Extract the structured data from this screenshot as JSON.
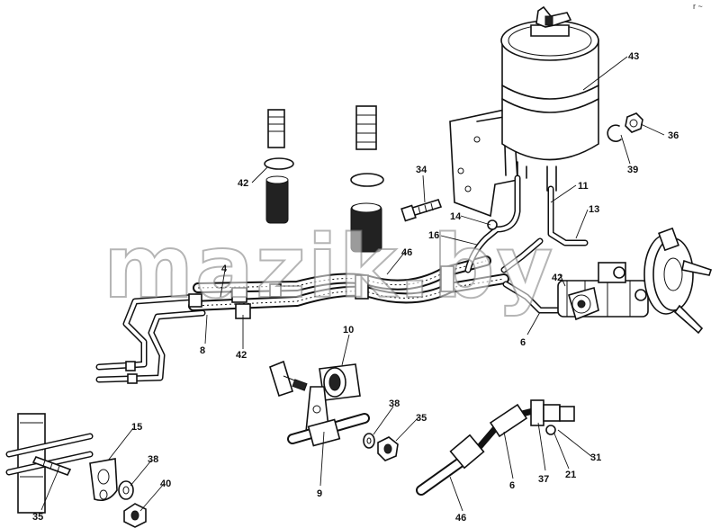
{
  "watermark": "mazik.by",
  "corner_mark": "r ~",
  "callouts": [
    {
      "id": "43",
      "text": "43"
    },
    {
      "id": "36",
      "text": "36"
    },
    {
      "id": "39",
      "text": "39"
    },
    {
      "id": "11",
      "text": "11"
    },
    {
      "id": "13",
      "text": "13"
    },
    {
      "id": "34",
      "text": "34"
    },
    {
      "id": "14",
      "text": "14"
    },
    {
      "id": "16",
      "text": "16"
    },
    {
      "id": "42a",
      "text": "42"
    },
    {
      "id": "42b",
      "text": "42"
    },
    {
      "id": "42c",
      "text": "42"
    },
    {
      "id": "46a",
      "text": "46"
    },
    {
      "id": "4",
      "text": "4"
    },
    {
      "id": "8",
      "text": "8"
    },
    {
      "id": "6a",
      "text": "6"
    },
    {
      "id": "10",
      "text": "10"
    },
    {
      "id": "9",
      "text": "9"
    },
    {
      "id": "38a",
      "text": "38"
    },
    {
      "id": "35a",
      "text": "35"
    },
    {
      "id": "15",
      "text": "15"
    },
    {
      "id": "38b",
      "text": "38"
    },
    {
      "id": "40",
      "text": "40"
    },
    {
      "id": "35b",
      "text": "35"
    },
    {
      "id": "6b",
      "text": "6"
    },
    {
      "id": "37",
      "text": "37"
    },
    {
      "id": "21",
      "text": "21"
    },
    {
      "id": "31",
      "text": "31"
    },
    {
      "id": "46b",
      "text": "46"
    }
  ]
}
